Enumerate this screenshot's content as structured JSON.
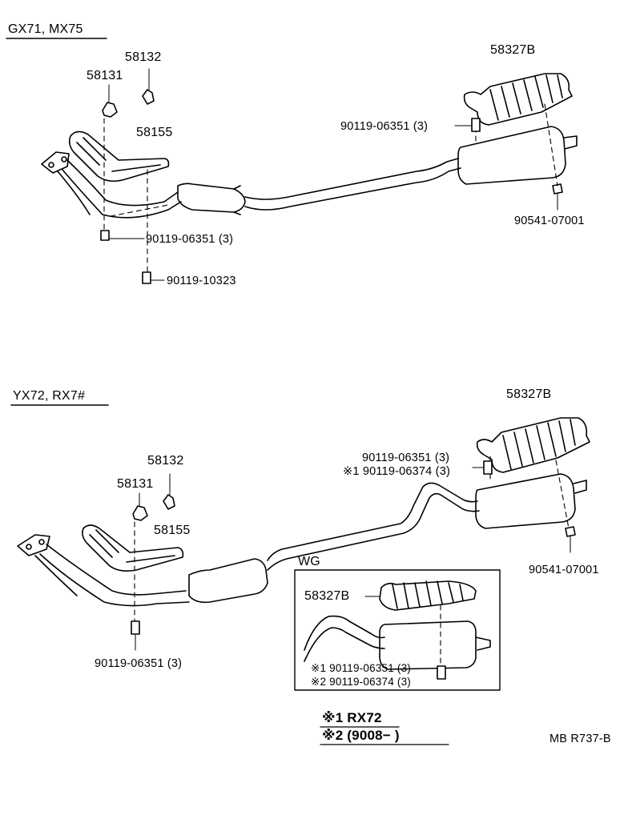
{
  "section_top": {
    "header": "GX71, MX75",
    "labels": {
      "p58132": "58132",
      "p58131": "58131",
      "p58155": "58155",
      "p58327b": "58327B",
      "bolt_cover": "90119-06351 (3)",
      "nut_hanger": "90541-07001",
      "bolt_front": "90119-06351 (3)",
      "bolt_long": "90119-10323"
    }
  },
  "section_bottom": {
    "header": "YX72, RX7#",
    "labels": {
      "p58132": "58132",
      "p58131": "58131",
      "p58155": "58155",
      "p58327b": "58327B",
      "bolt_cover_1": "90119-06351 (3)",
      "bolt_cover_2": "※1 90119-06374 (3)",
      "nut_hanger": "90541-07001",
      "bolt_front": "90119-06351 (3)"
    },
    "wg_box": {
      "title": "WG",
      "p58327b": "58327B",
      "bolt_1": "※1 90119-06351 (3)",
      "bolt_2": "※2 90119-06374 (3)"
    }
  },
  "notes": {
    "note1": "※1 RX72",
    "note2": "※2 (9008−       )"
  },
  "figure_code": "MB R737-B"
}
